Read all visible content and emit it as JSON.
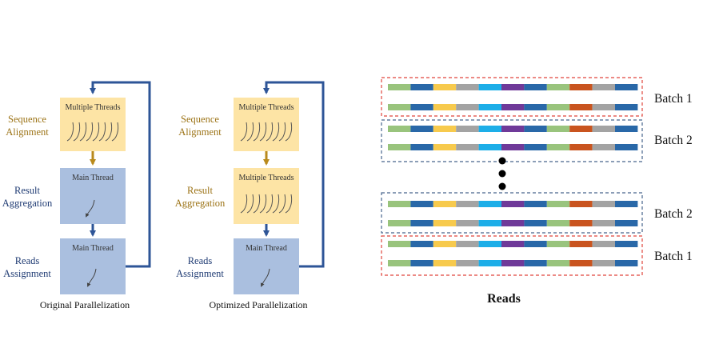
{
  "colors": {
    "yellow_box": "#fde4a5",
    "blue_box": "#aabfdf",
    "gold_text": "#9c7316",
    "navy_text": "#1f3b73",
    "arrow_gold": "#b98a1c",
    "arrow_blue": "#2e5597",
    "red_dash": "#e0453c",
    "blue_dash": "#47658c",
    "segments": [
      "#99c47d",
      "#2968a8",
      "#f7ca4d",
      "#a3a3a3",
      "#1daee8",
      "#6f3a99",
      "#2968a8",
      "#99c47d",
      "#c9541f",
      "#a3a3a3",
      "#2968a8"
    ]
  },
  "left_diagram": {
    "labels": {
      "sequence_alignment": [
        "Sequence",
        "Alignment"
      ],
      "result_aggregation": [
        "Result",
        "Aggregation"
      ],
      "reads_assignment": [
        "Reads",
        "Assignment"
      ]
    },
    "box1": "Multiple Threads",
    "box2": "Main Thread",
    "box3": "Main Thread",
    "caption": "Original Parallelization"
  },
  "middle_diagram": {
    "labels": {
      "sequence_alignment": [
        "Sequence",
        "Alignment"
      ],
      "result_aggregation": [
        "Result",
        "Aggregation"
      ],
      "reads_assignment": [
        "Reads",
        "Assignment"
      ]
    },
    "box1": "Multiple Threads",
    "box2": "Multiple Threads",
    "box3": "Main Thread",
    "caption": "Optimized Parallelization"
  },
  "reads_panel": {
    "title": "Reads",
    "batches": [
      "Batch 1",
      "Batch 2",
      "Batch 2",
      "Batch 1"
    ]
  }
}
